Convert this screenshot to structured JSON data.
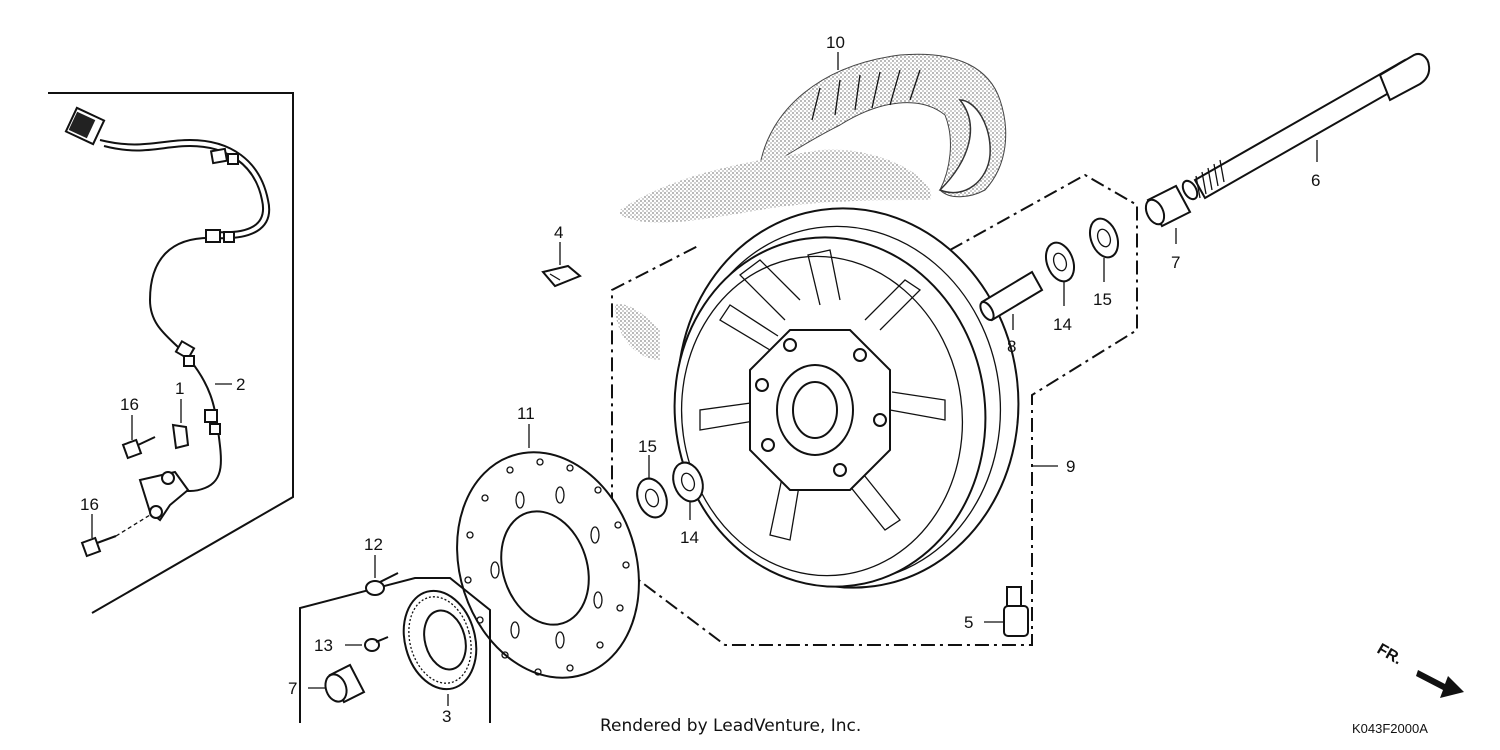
{
  "diagram": {
    "footer": "Rendered by LeadVenture, Inc.",
    "code": "K043F2000A",
    "direction_label": "FR.",
    "labels": {
      "p1": "1",
      "p2": "2",
      "p3": "3",
      "p4": "4",
      "p5": "5",
      "p6": "6",
      "p7a": "7",
      "p7b": "7",
      "p8": "8",
      "p9": "9",
      "p10": "10",
      "p11": "11",
      "p12": "12",
      "p13": "13",
      "p14a": "14",
      "p14b": "14",
      "p15a": "15",
      "p15b": "15",
      "p16a": "16",
      "p16b": "16"
    },
    "colors": {
      "ink": "#111111",
      "shade": "#9a9a9a",
      "paper": "#ffffff"
    }
  }
}
